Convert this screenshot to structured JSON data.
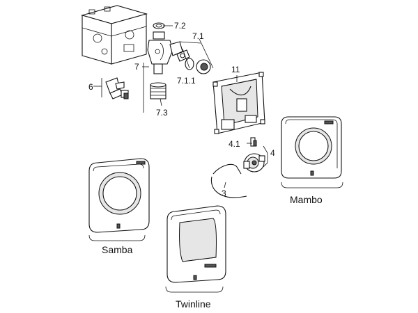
{
  "labels": {
    "p72": "7.2",
    "p71": "7.1",
    "p7": "7",
    "p711": "7.1.1",
    "p73": "7.3",
    "p6": "6",
    "p11": "11",
    "p41": "4.1",
    "p4": "4",
    "p3": "3"
  },
  "captions": {
    "mambo": "Mambo",
    "samba": "Samba",
    "twinline": "Twinline"
  }
}
